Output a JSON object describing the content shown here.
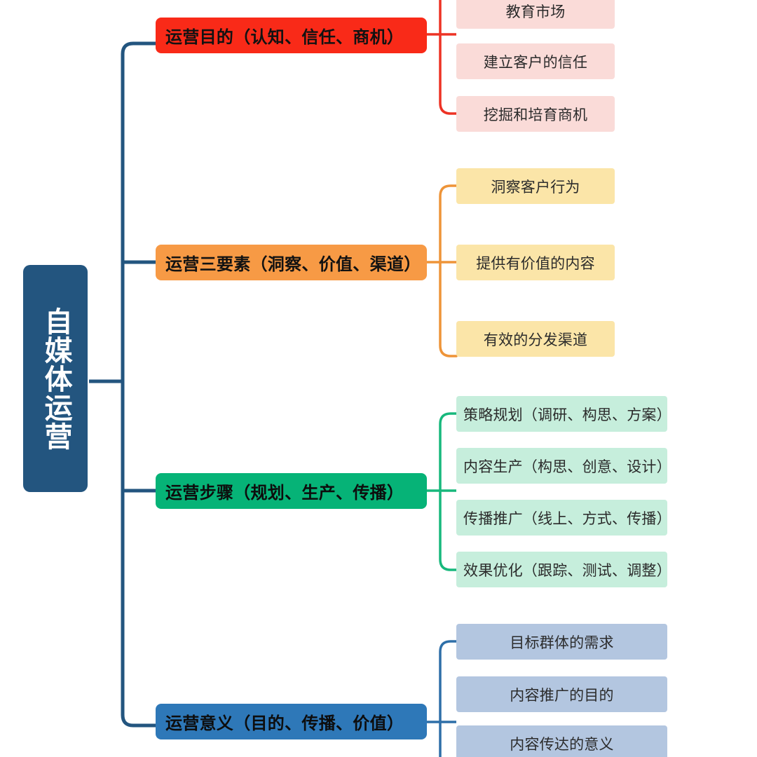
{
  "root": {
    "label": "自媒体运营",
    "color": "#23557F",
    "text_color": "#FFFFFF"
  },
  "branches": [
    {
      "id": "purpose",
      "label": "运营目的（认知、信任、商机）",
      "color": "#F92A18",
      "leaf_color": "#FADBD8",
      "children": [
        {
          "label": "教育市场"
        },
        {
          "label": "建立客户的信任"
        },
        {
          "label": "挖掘和培育商机"
        }
      ]
    },
    {
      "id": "elements",
      "label": "运营三要素（洞察、价值、渠道）",
      "color": "#F79A45",
      "leaf_color": "#FBE5A8",
      "children": [
        {
          "label": "洞察客户行为"
        },
        {
          "label": "提供有价值的内容"
        },
        {
          "label": "有效的分发渠道"
        }
      ]
    },
    {
      "id": "steps",
      "label": "运营步骤（规划、生产、传播）",
      "color": "#06B377",
      "leaf_color": "#C6EEDC",
      "children": [
        {
          "label": "策略规划（调研、构思、方案）"
        },
        {
          "label": "内容生产（构思、创意、设计）"
        },
        {
          "label": "传播推广（线上、方式、传播）"
        },
        {
          "label": "效果优化（跟踪、测试、调整）"
        }
      ]
    },
    {
      "id": "significance",
      "label": "运营意义（目的、传播、价值）",
      "color": "#2E78B8",
      "leaf_color": "#B3C6E0",
      "children": [
        {
          "label": "目标群体的需求"
        },
        {
          "label": "内容推广的目的"
        },
        {
          "label": "内容传达的意义"
        }
      ]
    }
  ]
}
